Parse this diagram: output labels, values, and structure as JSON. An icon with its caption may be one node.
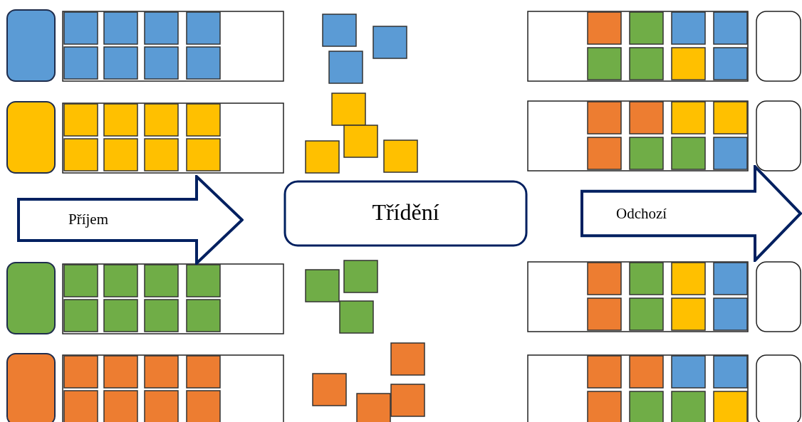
{
  "diagram": {
    "nodes": [
      {
        "text": [
          "Příjem"
        ]
      },
      {
        "text": [
          "Třídění"
        ]
      },
      {
        "text": [
          "Odchozí"
        ]
      }
    ]
  }
}
